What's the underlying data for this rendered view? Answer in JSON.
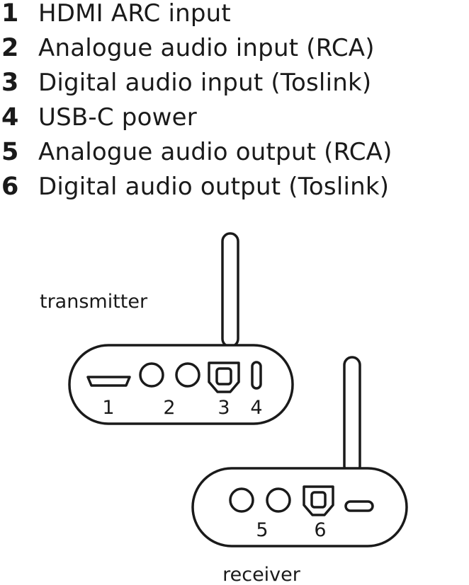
{
  "legend": [
    {
      "num": "1",
      "text": "HDMI ARC input"
    },
    {
      "num": "2",
      "text": "Analogue audio input (RCA)"
    },
    {
      "num": "3",
      "text": "Digital audio input (Toslink)"
    },
    {
      "num": "4",
      "text": "USB-C power"
    },
    {
      "num": "5",
      "text": "Analogue audio output (RCA)"
    },
    {
      "num": "6",
      "text": "Digital audio output (Toslink)"
    }
  ],
  "transmitter": {
    "label": "transmitter",
    "port_numbers": [
      "1",
      "2",
      "3",
      "4"
    ]
  },
  "receiver": {
    "label": "receiver",
    "port_numbers": [
      "5",
      "6"
    ]
  },
  "colors": {
    "stroke": "#1a1a1a",
    "background": "#ffffff"
  }
}
